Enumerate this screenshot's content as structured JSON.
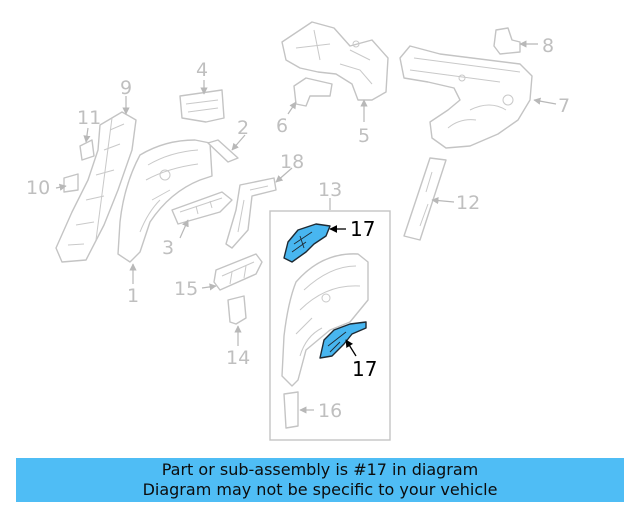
{
  "callouts": {
    "c1": "1",
    "c2": "2",
    "c3": "3",
    "c4": "4",
    "c5": "5",
    "c6": "6",
    "c7": "7",
    "c8": "8",
    "c9": "9",
    "c10": "10",
    "c11": "11",
    "c12": "12",
    "c13": "13",
    "c14": "14",
    "c15": "15",
    "c16": "16",
    "c17a": "17",
    "c17b": "17",
    "c18": "18"
  },
  "highlight_color": "#48b6f0",
  "banner": {
    "line1": "Part or sub-assembly is #17 in diagram",
    "line2": "Diagram may not be specific to your vehicle",
    "color": "#4fbdf5"
  }
}
